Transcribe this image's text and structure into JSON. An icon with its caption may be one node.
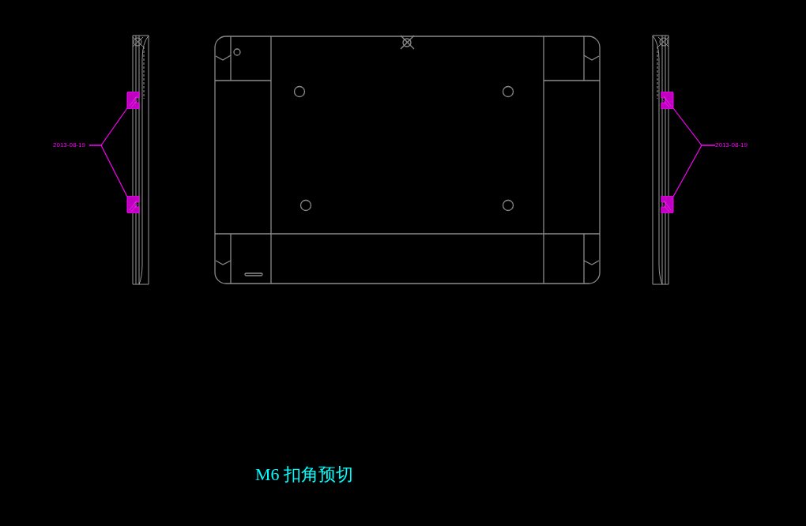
{
  "diagram": {
    "title": "M6 扣角预切",
    "nodes": [
      {
        "text": [
          "2013-08-19"
        ]
      },
      {
        "text": [],
        "shape": "box"
      },
      {
        "text": [],
        "shape": "box"
      },
      {
        "text": [
          "2013-08-19"
        ]
      },
      {
        "text": [],
        "shape": "box"
      },
      {
        "text": [],
        "shape": "box"
      }
    ],
    "edges": [
      {
        "from": 0,
        "to": 1,
        "arrow": "none"
      },
      {
        "from": 0,
        "to": 2,
        "arrow": "none"
      },
      {
        "from": 3,
        "to": 4,
        "arrow": "none"
      },
      {
        "from": 3,
        "to": 5,
        "arrow": "none"
      }
    ]
  }
}
